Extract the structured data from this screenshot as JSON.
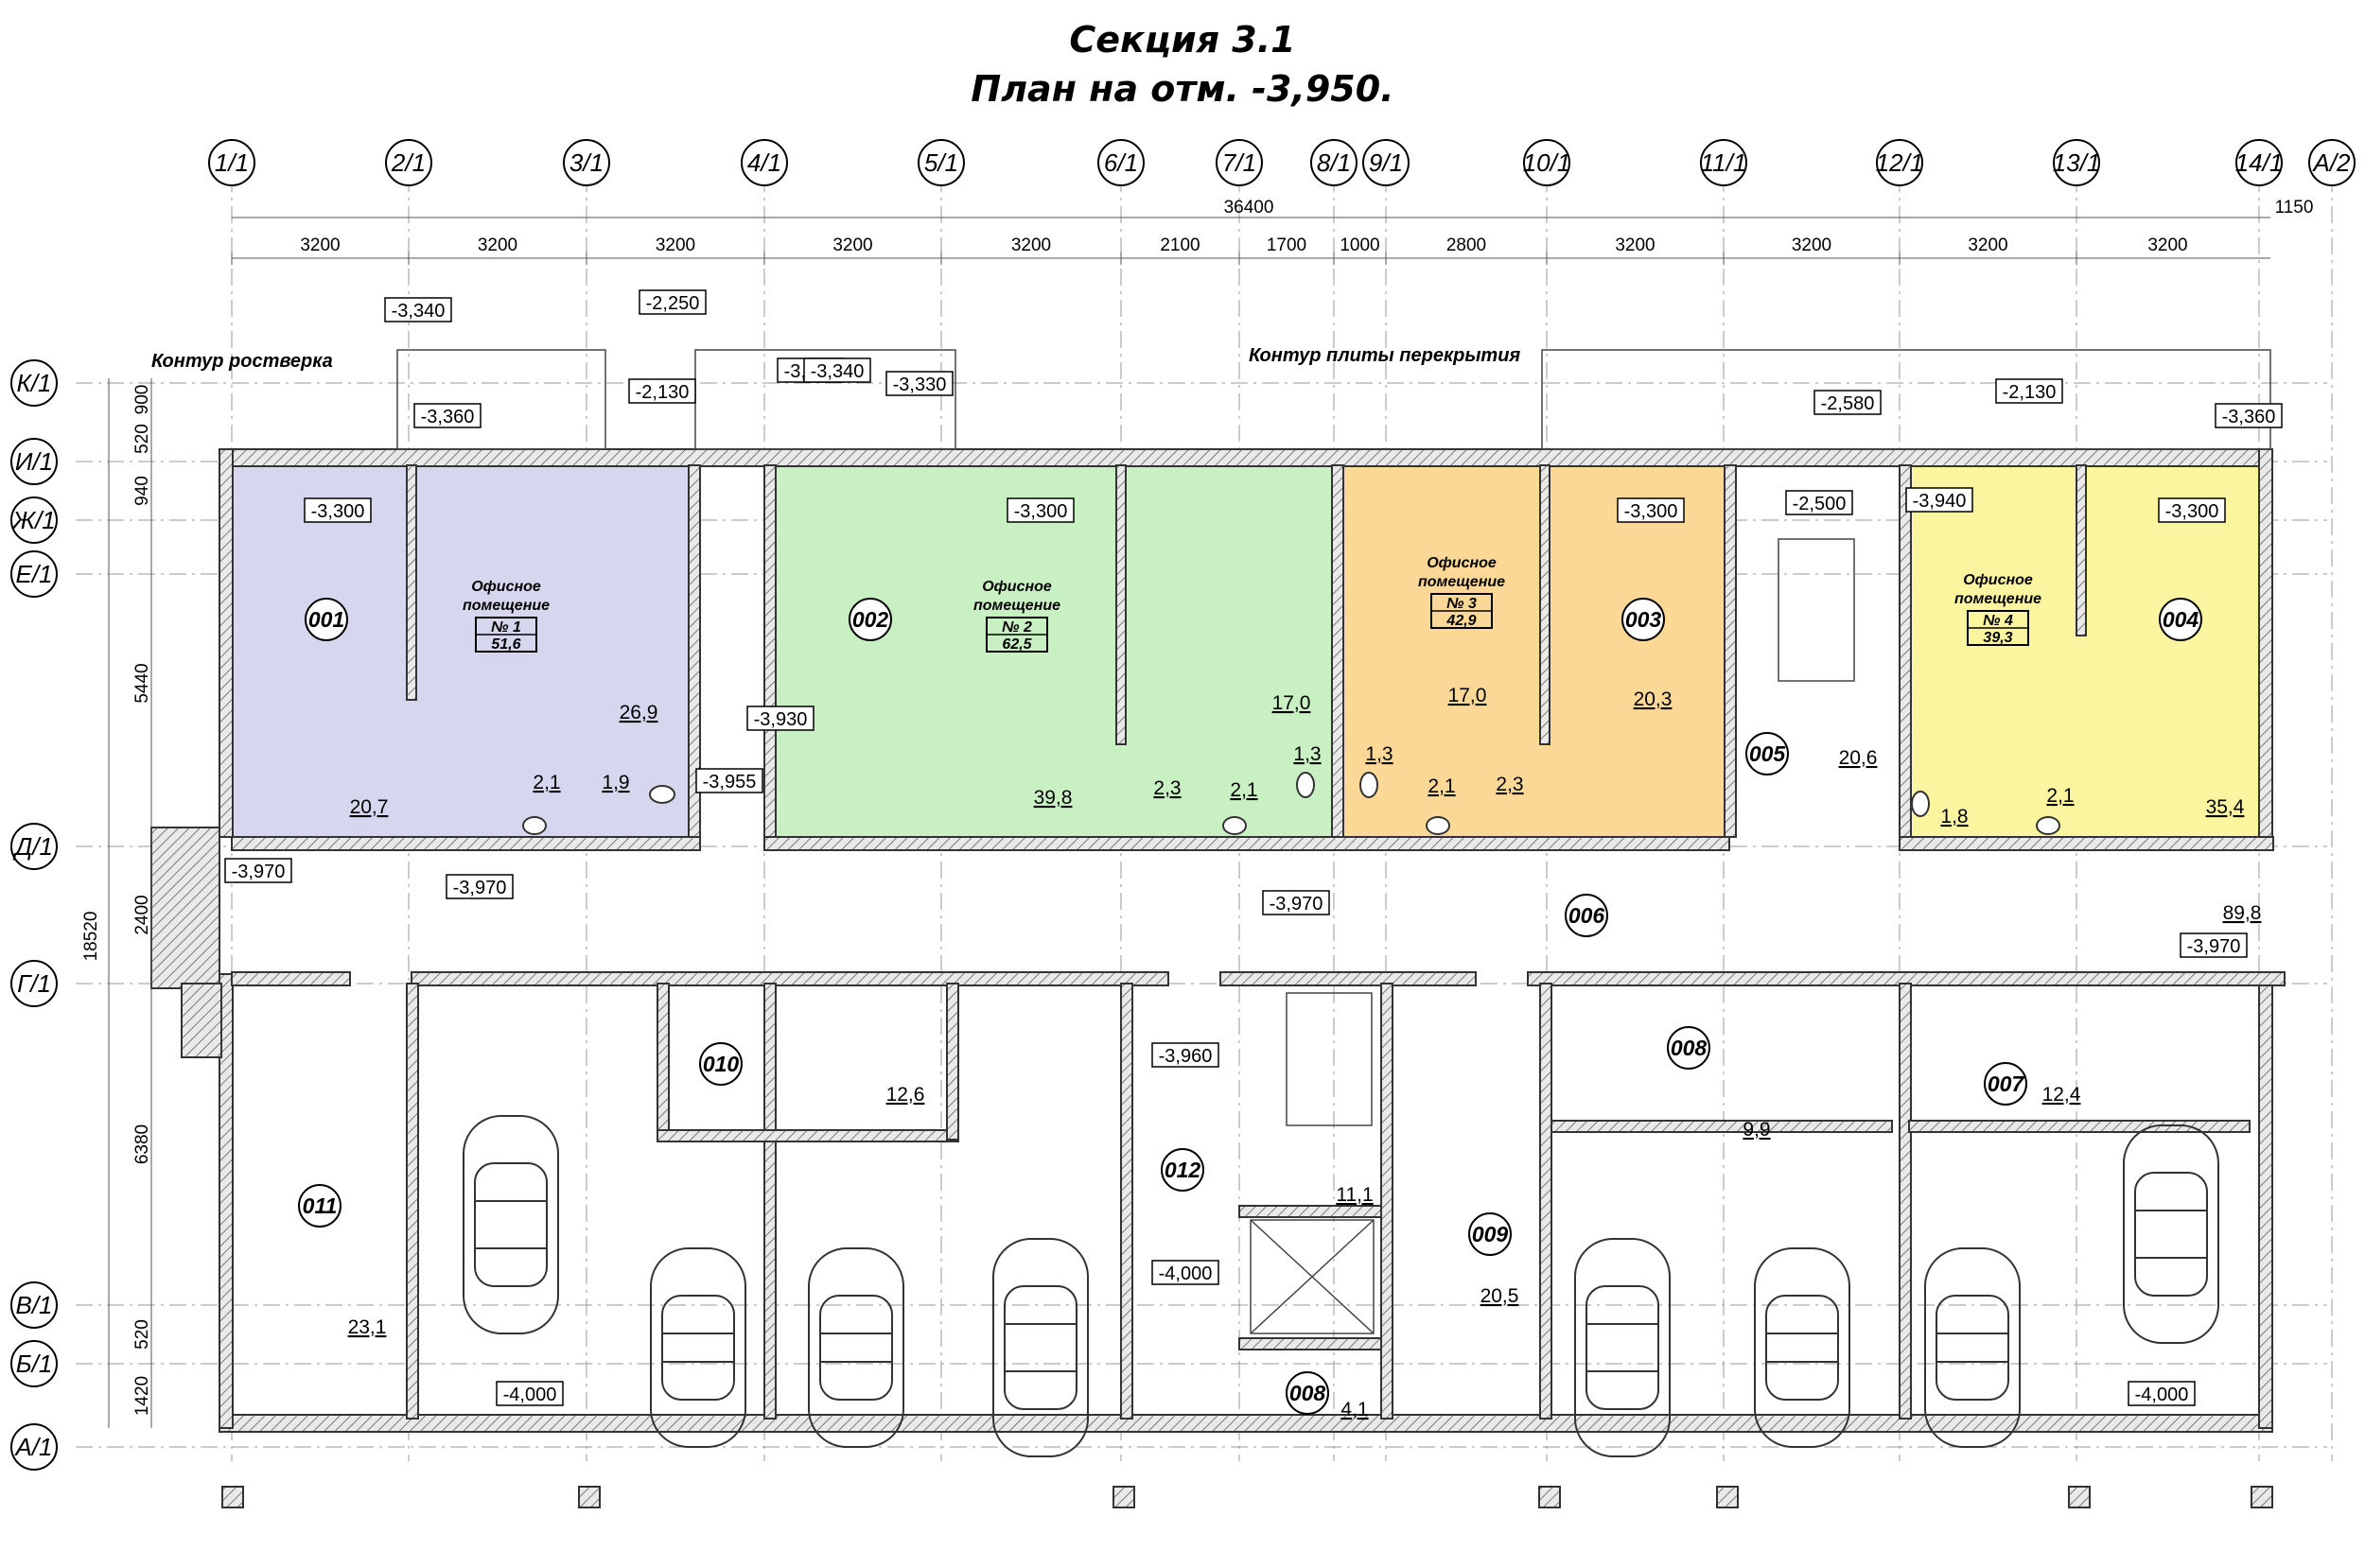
{
  "title": {
    "line1": "Секция 3.1",
    "line2": "План на отм. -3,950."
  },
  "axes_top": [
    "1/1",
    "2/1",
    "3/1",
    "4/1",
    "5/1",
    "6/1",
    "7/1",
    "8/1",
    "9/1",
    "10/1",
    "11/1",
    "12/1",
    "13/1",
    "14/1",
    "А/2"
  ],
  "axes_left": [
    "К/1",
    "И/1",
    "Ж/1",
    "Е/1",
    "Д/1",
    "Г/1",
    "В/1",
    "Б/1",
    "А/1"
  ],
  "dims_top": {
    "overall": "36400",
    "extra": "1150",
    "segments": [
      "3200",
      "3200",
      "3200",
      "3200",
      "3200",
      "2100",
      "1700",
      "1000",
      "2800",
      "3200",
      "3200",
      "3200",
      "3200"
    ]
  },
  "dims_left": {
    "overall": "18520",
    "segments": [
      "900",
      "520",
      "940",
      "5440",
      "2400",
      "6380",
      "520",
      "1420"
    ]
  },
  "notes": {
    "grillage_outline": "Контур ростверка",
    "slab_outline": "Контур плиты перекрытия"
  },
  "colors": {
    "room_001": "#d6d6ee",
    "room_002": "#c9f0c2",
    "room_003": "#fcd896",
    "room_004": "#fbf5a0",
    "wall": "#b5b5b5",
    "line": "#333333"
  },
  "rooms": [
    {
      "id": "001",
      "label": "001"
    },
    {
      "id": "002",
      "label": "002"
    },
    {
      "id": "003",
      "label": "003"
    },
    {
      "id": "004",
      "label": "004"
    },
    {
      "id": "005",
      "label": "005"
    },
    {
      "id": "006",
      "label": "006"
    },
    {
      "id": "007",
      "label": "007"
    },
    {
      "id": "008",
      "label": "008"
    },
    {
      "id": "009",
      "label": "009"
    },
    {
      "id": "010",
      "label": "010"
    },
    {
      "id": "011",
      "label": "011"
    },
    {
      "id": "012",
      "label": "012"
    },
    {
      "id": "008b",
      "label": "008"
    }
  ],
  "offices": [
    {
      "line1": "Офисное",
      "line2": "помещение",
      "num": "№ 1",
      "area": "51,6"
    },
    {
      "line1": "Офисное",
      "line2": "помещение",
      "num": "№ 2",
      "area": "62,5"
    },
    {
      "line1": "Офисное",
      "line2": "помещение",
      "num": "№ 3",
      "area": "42,9"
    },
    {
      "line1": "Офисное",
      "line2": "помещение",
      "num": "№ 4",
      "area": "39,3"
    }
  ],
  "areas": [
    "26,9",
    "20,7",
    "2,1",
    "1,9",
    "39,8",
    "17,0",
    "2,3",
    "2,1",
    "1,3",
    "1,3",
    "17,0",
    "2,1",
    "2,3",
    "20,3",
    "20,6",
    "2,1",
    "1,8",
    "35,4",
    "89,8",
    "12,6",
    "9,9",
    "12,4",
    "11,1",
    "20,5",
    "23,1",
    "4,1"
  ],
  "levels": [
    "-3,340",
    "-2,250",
    "-3,340",
    "-3,360",
    "-2,130",
    "-3,340",
    "-3,330",
    "-2,580",
    "-2,130",
    "-3,360",
    "-3,300",
    "-3,300",
    "-3,300",
    "-3,300",
    "-2,500",
    "-3,940",
    "-3,930",
    "-3,955",
    "-3,970",
    "-3,970",
    "-3,970",
    "-3,970",
    "-3,960",
    "-4,000",
    "-4,000",
    "-4,000"
  ]
}
